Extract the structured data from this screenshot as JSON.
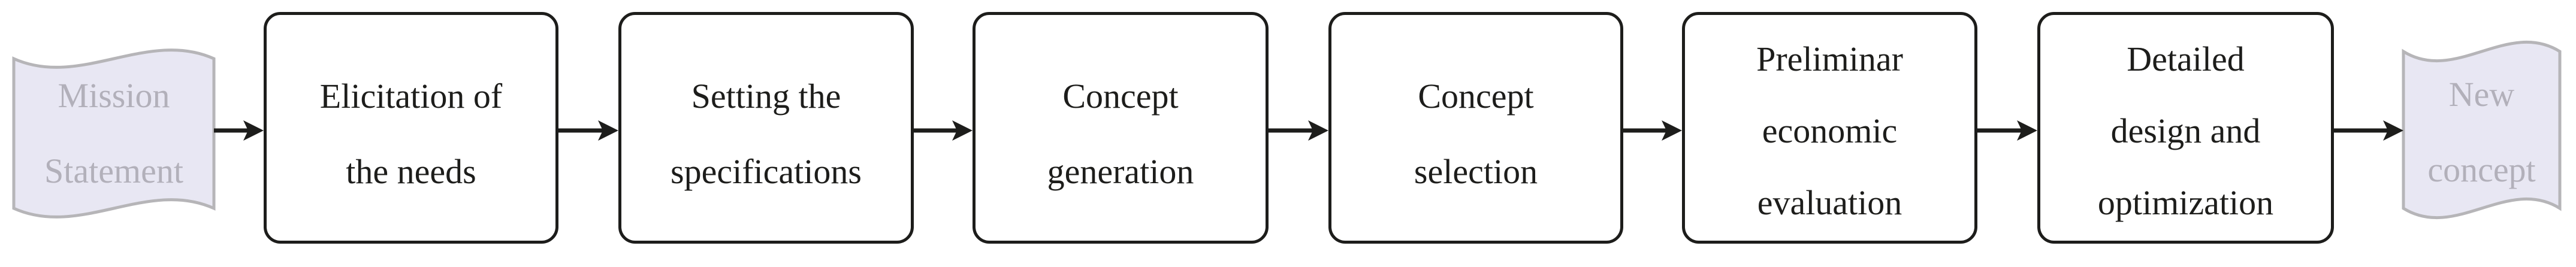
{
  "flags": {
    "start": {
      "lines": [
        "Mission",
        "Statement"
      ]
    },
    "end": {
      "lines": [
        "New",
        "concept"
      ]
    }
  },
  "steps": [
    {
      "lines": [
        "Elicitation of",
        "the needs"
      ]
    },
    {
      "lines": [
        "Setting the",
        "specifications"
      ]
    },
    {
      "lines": [
        "Concept",
        "generation"
      ]
    },
    {
      "lines": [
        "Concept",
        "selection"
      ]
    },
    {
      "lines": [
        "Preliminar",
        "economic",
        "evaluation"
      ]
    },
    {
      "lines": [
        "Detailed",
        "design and",
        "optimization"
      ]
    }
  ],
  "colors": {
    "node_border": "#1d1d1b",
    "node_fill": "#ffffff",
    "node_text": "#1d1d1b",
    "arrow": "#1d1d1b",
    "flag_fill": "#e8e7f3",
    "flag_border": "#b6b5b8",
    "flag_text": "#b2b0ba"
  }
}
